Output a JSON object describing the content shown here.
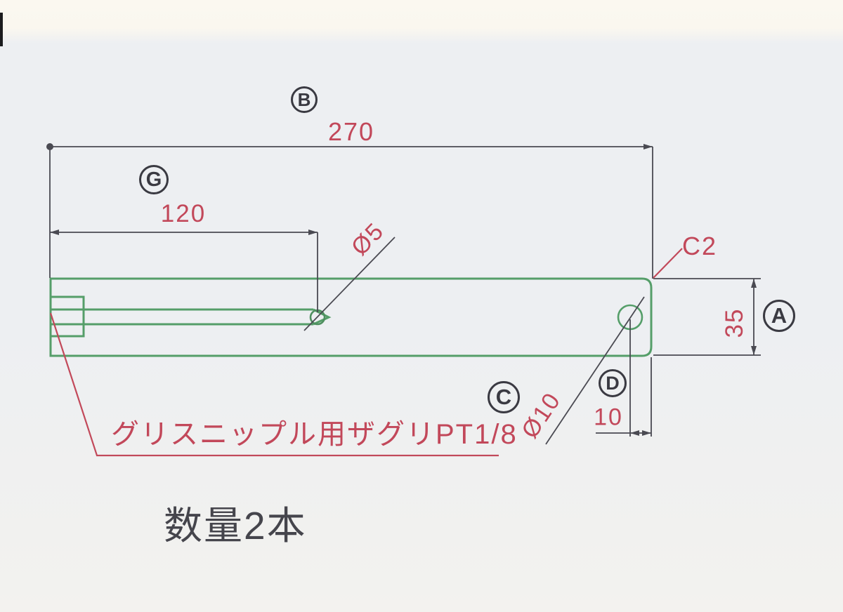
{
  "drawing": {
    "balloons": [
      {
        "label": "B"
      },
      {
        "label": "G"
      },
      {
        "label": "A"
      },
      {
        "label": "C"
      },
      {
        "label": "D"
      }
    ],
    "dimensions": {
      "overall_length": "270",
      "slot_length": "120",
      "bar_height": "35",
      "hole_edge_offset": "10",
      "small_hole_dia": "Ø5",
      "large_hole_dia": "Ø10",
      "chamfer": "C2"
    },
    "notes": {
      "counterbore": "グリスニップル用ザグリPT1/8",
      "quantity": "数量2本"
    },
    "colors": {
      "part_outline_green": "#559e69",
      "annotation_red": "#c2485a",
      "line_dark": "#4a4a52"
    }
  }
}
